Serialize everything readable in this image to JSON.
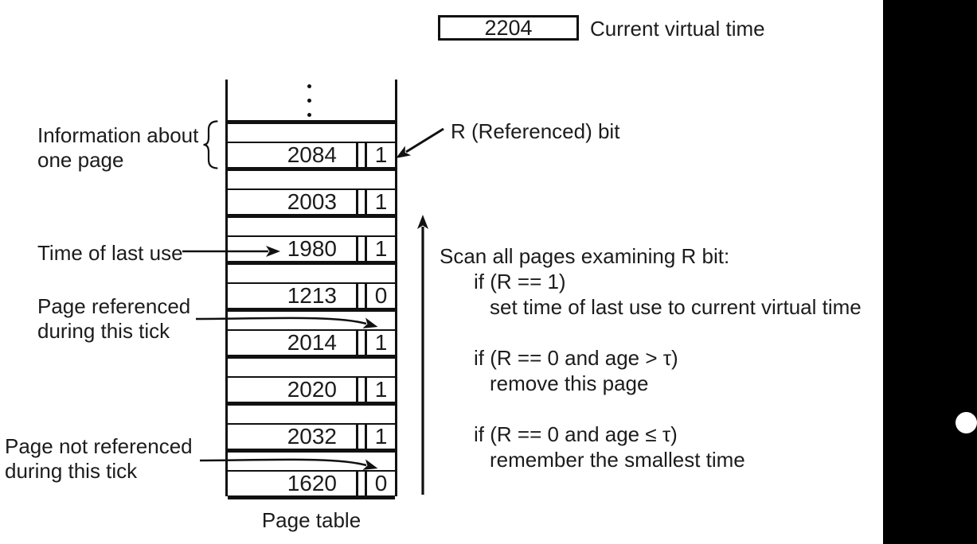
{
  "colors": {
    "ink": "#1a1a1a",
    "background": "#ffffff",
    "edge_strip": "#000000"
  },
  "header": {
    "current_virtual_time_value": "2204",
    "current_virtual_time_label": "Current virtual time"
  },
  "left_labels": {
    "info_one_page": "Information about\none page",
    "time_of_last_use": "Time of last use",
    "page_referenced": "Page referenced\nduring this tick",
    "page_not_referenced": "Page not referenced\nduring this tick"
  },
  "r_bit_label": "R (Referenced) bit",
  "page_table": {
    "caption": "Page table",
    "columns": [
      "time of last use",
      "R bit"
    ],
    "entries": [
      {
        "time": "2084",
        "r": "1"
      },
      {
        "time": "2003",
        "r": "1"
      },
      {
        "time": "1980",
        "r": "1"
      },
      {
        "time": "1213",
        "r": "0"
      },
      {
        "time": "2014",
        "r": "1"
      },
      {
        "time": "2020",
        "r": "1"
      },
      {
        "time": "2032",
        "r": "1"
      },
      {
        "time": "1620",
        "r": "0"
      }
    ]
  },
  "algorithm": {
    "intro": "Scan all pages examining R bit:",
    "clauses": [
      {
        "condition": "if (R == 1)",
        "action": "set time of last use to current virtual time"
      },
      {
        "condition": "if (R == 0 and age > τ)",
        "action": "remove this page"
      },
      {
        "condition": "if (R == 0 and age ≤ τ)",
        "action": "remember the smallest time"
      }
    ]
  }
}
